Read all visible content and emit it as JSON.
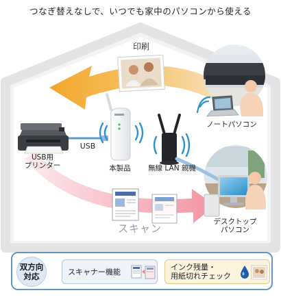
{
  "headline": "つなぎ替えなしで、いつでも家中のパソコンから使える",
  "labels": {
    "print": "印刷",
    "usb": "USB",
    "usb_printer_line1": "USB用",
    "usb_printer_line2": "プリンター",
    "product": "本製品",
    "router": "無線 LAN 親機",
    "notebook": "ノートパソコン",
    "desktop_line1": "デスクトップ",
    "desktop_line2": "パソコン",
    "scan": "スキャン"
  },
  "bottom": {
    "badge_line1": "双方向",
    "badge_line2": "対応",
    "scanner_feature": "スキャナー機能",
    "ink_line1": "インク残量・",
    "ink_line2": "用紙切れチェック"
  },
  "colors": {
    "print_arrow": "#f3a62a",
    "scan_arrow": "#f08090",
    "accent_blue": "#5f97c9",
    "house_outline": "#e4e4e6"
  },
  "icons": [
    "printer-icon",
    "usb-cable",
    "print-server-device",
    "wireless-router",
    "notebook-pc",
    "desktop-pc",
    "photo-print",
    "scan-document",
    "wifi-waves",
    "ink-drop-icon",
    "person-icon"
  ]
}
